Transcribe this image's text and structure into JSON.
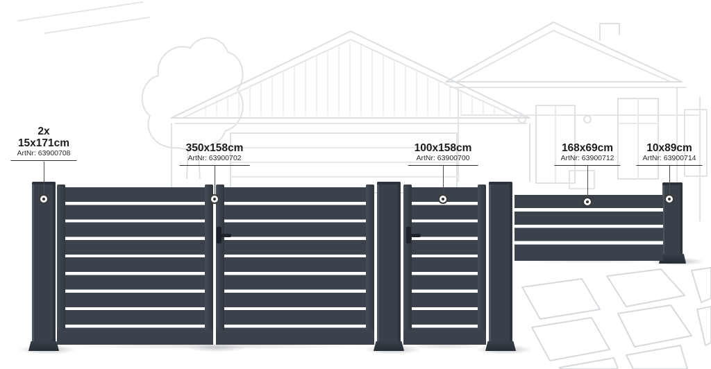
{
  "callouts": [
    {
      "qty": "2x",
      "size": "15x171cm",
      "artnr": "ArtNr: 63900708"
    },
    {
      "size": "350x158cm",
      "artnr": "ArtNr: 63900702"
    },
    {
      "size": "100x158cm",
      "artnr": "ArtNr: 63900700"
    },
    {
      "size": "168x69cm",
      "artnr": "ArtNr: 63900712"
    },
    {
      "size": "10x89cm",
      "artnr": "ArtNr: 63900714"
    }
  ],
  "colors": {
    "slat": "#3b424b",
    "stile": "#323942",
    "post": "#394049",
    "post_base": "#2c323a",
    "gap": "#ffffff",
    "label_text": "#1c1c1c",
    "leader_line": "#4d4d4d",
    "sketch_stroke": "#dcdfe2"
  }
}
